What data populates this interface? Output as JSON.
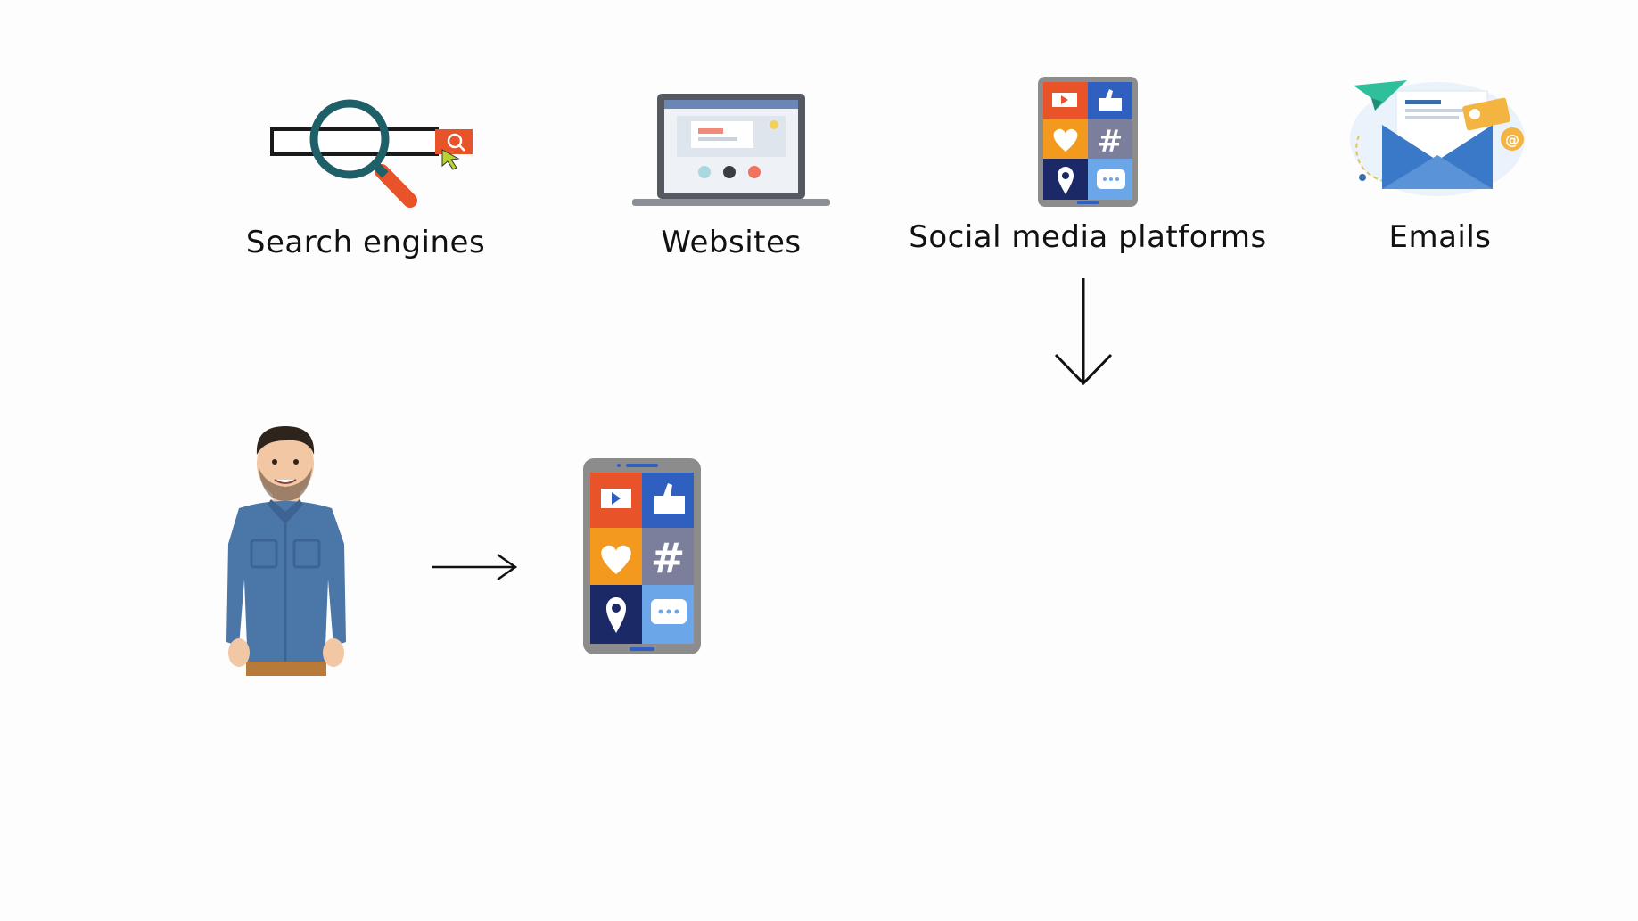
{
  "channels": [
    {
      "label": "Search engines",
      "icon": "search-engine-icon"
    },
    {
      "label": "Websites",
      "icon": "laptop-website-icon"
    },
    {
      "label": "Social media platforms",
      "icon": "social-media-phone-icon"
    },
    {
      "label": "Emails",
      "icon": "email-envelope-icon"
    }
  ],
  "colors": {
    "text": "#111111",
    "teal": "#1f5f68",
    "orange": "#e8532a",
    "blue": "#3a6ea8",
    "shirt": "#4a77a8",
    "phone_frame": "#8c8c8c"
  },
  "flow": {
    "down_arrow": "arrow-down-icon",
    "right_arrow": "arrow-right-icon",
    "person": "person-illustration",
    "device": "social-media-phone-icon"
  }
}
